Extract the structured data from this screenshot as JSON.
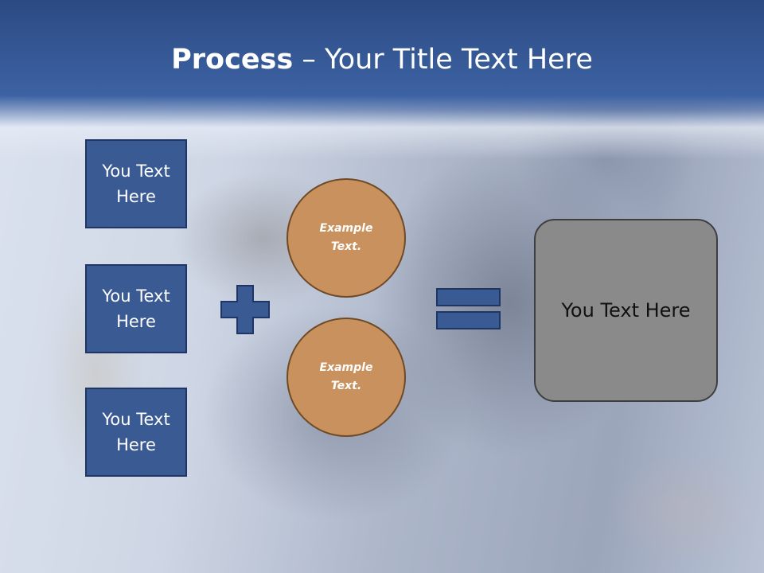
{
  "slide": {
    "title_bold": "Process",
    "title_rest": " – Your Title Text Here",
    "left_boxes": [
      {
        "label": "You Text Here"
      },
      {
        "label": "You Text Here"
      },
      {
        "label": "You Text Here"
      }
    ],
    "circles": [
      {
        "label": "Example Text."
      },
      {
        "label": "Example Text."
      }
    ],
    "operators": [
      "plus-icon",
      "equals-icon"
    ],
    "result": {
      "label": "You Text Here"
    },
    "colors": {
      "header": "#3d62a3",
      "box_fill": "#3a5a94",
      "circle_fill": "#c9915e",
      "result_fill": "#8a8a8a"
    }
  }
}
